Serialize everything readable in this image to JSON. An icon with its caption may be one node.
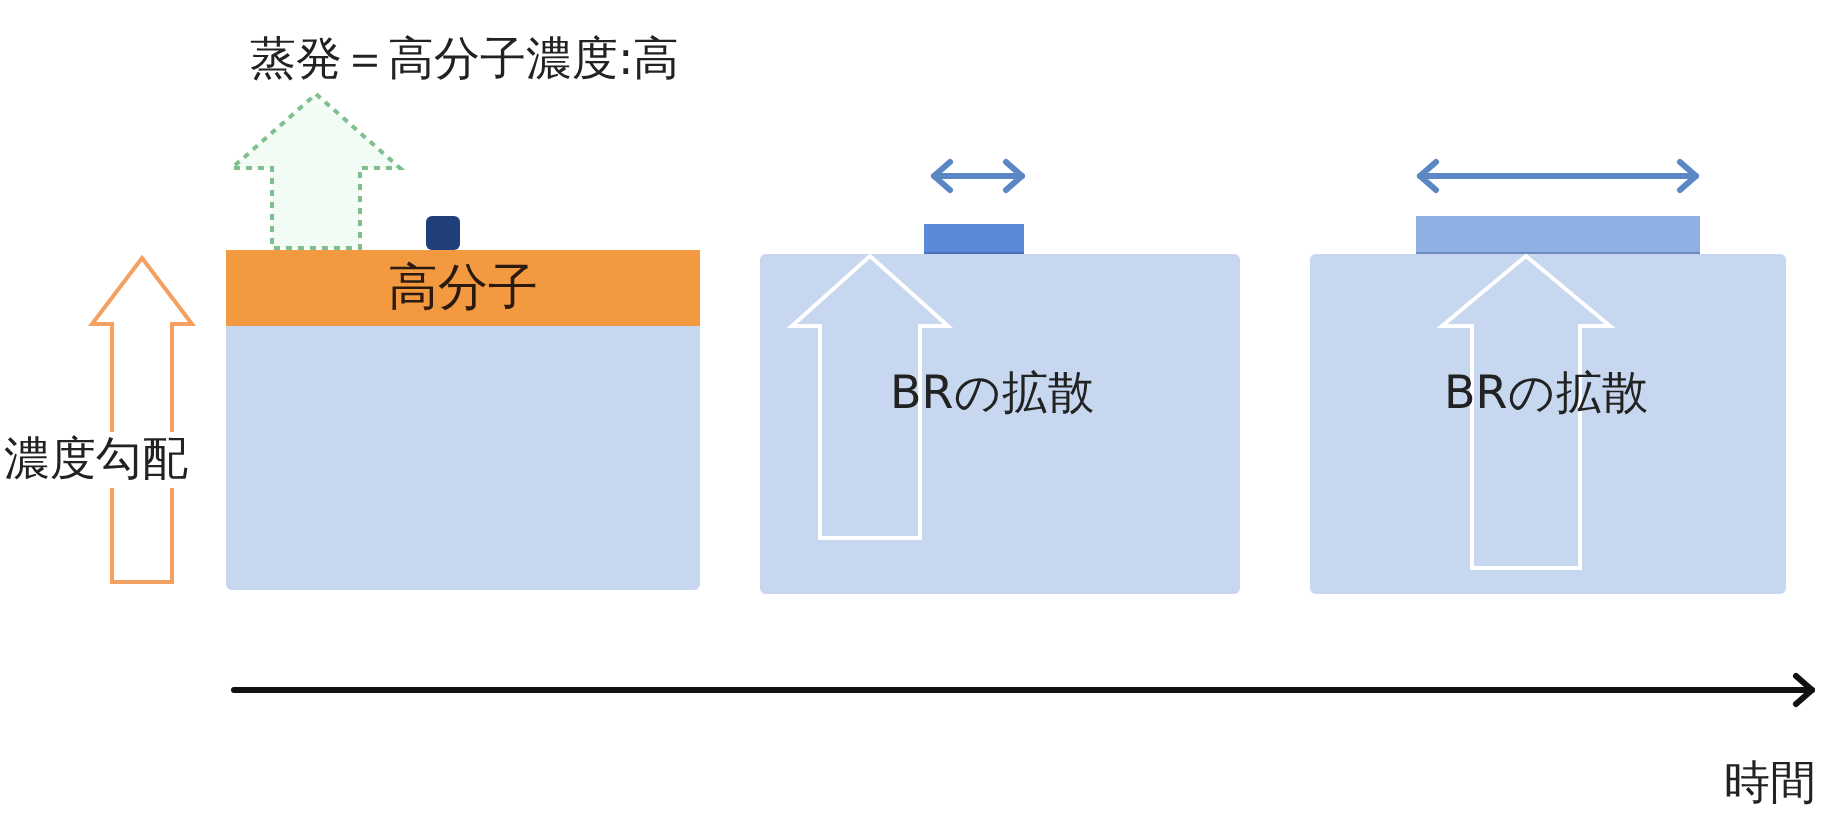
{
  "diagram": {
    "nodes": [
      {
        "text": [],
        "shape": "box"
      },
      {
        "text": [
          "高分子"
        ],
        "in": 0
      },
      {
        "text": [],
        "shape": "box"
      },
      {
        "text": [],
        "shape": "box"
      },
      {
        "text": [],
        "shape": "bar"
      },
      {
        "text": [],
        "shape": "box"
      },
      {
        "text": [],
        "shape": "bar"
      }
    ],
    "edges": [
      {
        "from": 1,
        "to": null,
        "arrow": "to",
        "style": "dashed",
        "color": "#7fbf8f"
      },
      {
        "from": null,
        "to": 4,
        "arrow": "to"
      },
      {
        "from": null,
        "to": 6,
        "arrow": "to"
      }
    ],
    "labels": [
      "蒸発＝高分子濃度:高",
      "BRの拡散",
      "BRの拡散",
      "濃度勾配",
      "時間"
    ]
  }
}
